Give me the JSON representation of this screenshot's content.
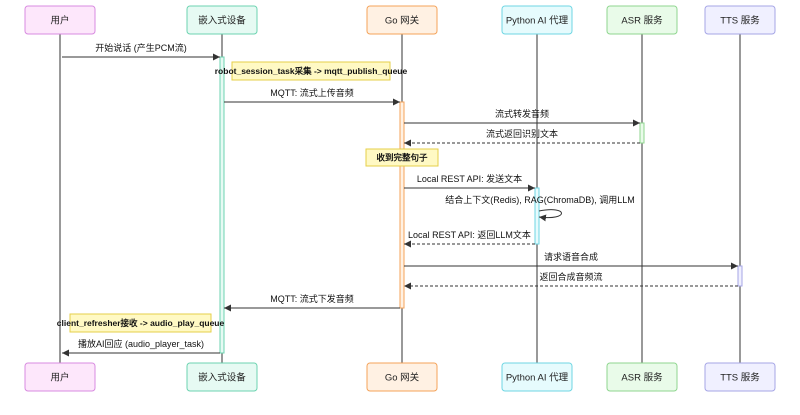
{
  "participants": [
    {
      "id": "user",
      "label": "用户",
      "fill": "#fde7fb",
      "stroke": "#d88be0"
    },
    {
      "id": "embedded",
      "label": "嵌入式设备",
      "fill": "#e6faf3",
      "stroke": "#6cd3b0"
    },
    {
      "id": "go",
      "label": "Go 网关",
      "fill": "#fff1e3",
      "stroke": "#f4a35a"
    },
    {
      "id": "python",
      "label": "Python AI 代理",
      "fill": "#e6fbfd",
      "stroke": "#6fd6e3"
    },
    {
      "id": "asr",
      "label": "ASR 服务",
      "fill": "#e9fbe9",
      "stroke": "#8fd68f"
    },
    {
      "id": "tts",
      "label": "TTS 服务",
      "fill": "#f0f0ff",
      "stroke": "#a6a6e6"
    }
  ],
  "messages": [
    {
      "from": "user",
      "to": "embedded",
      "label": "开始说话 (产生PCM流)",
      "style": "solid"
    },
    {
      "from": "embedded",
      "to": "go",
      "label": "MQTT: 流式上传音频",
      "style": "solid"
    },
    {
      "from": "go",
      "to": "asr",
      "label": "流式转发音频",
      "style": "solid"
    },
    {
      "from": "asr",
      "to": "go",
      "label": "流式返回识别文本",
      "style": "dashed"
    },
    {
      "from": "go",
      "to": "python",
      "label": "Local REST API: 发送文本",
      "style": "solid"
    },
    {
      "from": "python",
      "to": "python",
      "label": "结合上下文(Redis), RAG(ChromaDB), 调用LLM",
      "style": "solid"
    },
    {
      "from": "python",
      "to": "go",
      "label": "Local REST API: 返回LLM文本",
      "style": "dashed"
    },
    {
      "from": "go",
      "to": "tts",
      "label": "请求语音合成",
      "style": "solid"
    },
    {
      "from": "tts",
      "to": "go",
      "label": "返回合成音频流",
      "style": "dashed"
    },
    {
      "from": "go",
      "to": "embedded",
      "label": "MQTT: 流式下发音频",
      "style": "solid"
    },
    {
      "from": "embedded",
      "to": "user",
      "label": "播放AI回应 (audio_player_task)",
      "style": "solid"
    }
  ],
  "notes": [
    {
      "label": "robot_session_task采集 -> mqtt_publish_queue"
    },
    {
      "label": "收到完整句子"
    },
    {
      "label": "client_refresher接收 -> audio_play_queue"
    }
  ],
  "colors": {
    "line": "#333333",
    "note_fill": "#fff9c4",
    "note_stroke": "#e6cf4a"
  }
}
